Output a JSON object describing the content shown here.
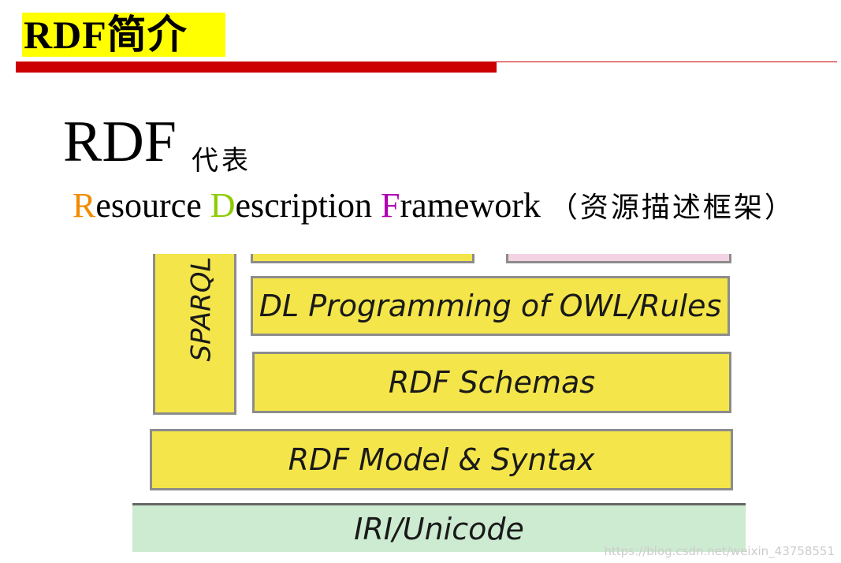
{
  "header": {
    "title": "RDF简介"
  },
  "intro": {
    "acronym": "RDF",
    "represents": "代表",
    "expansion": [
      {
        "initial": "R",
        "rest": "esource ",
        "color": "#f08c00"
      },
      {
        "initial": "D",
        "rest": "escription ",
        "color": "#8ccc00"
      },
      {
        "initial": "F",
        "rest": "ramework",
        "color": "#b000b0"
      }
    ],
    "chinese": "（资源描述框架）"
  },
  "diagram": {
    "sparql": "SPARQL",
    "dl_programming": "DL Programming of OWL/Rules",
    "rdf_schemas": "RDF Schemas",
    "rdf_model": "RDF Model & Syntax",
    "iri_unicode": "IRI/Unicode"
  },
  "watermark": "https://blog.csdn.net/weixin_43758551",
  "colors": {
    "title_highlight": "#ffff00",
    "rule": "#cc0000",
    "layer_fill": "#f4e64a",
    "iri_fill": "#cdebd1"
  }
}
